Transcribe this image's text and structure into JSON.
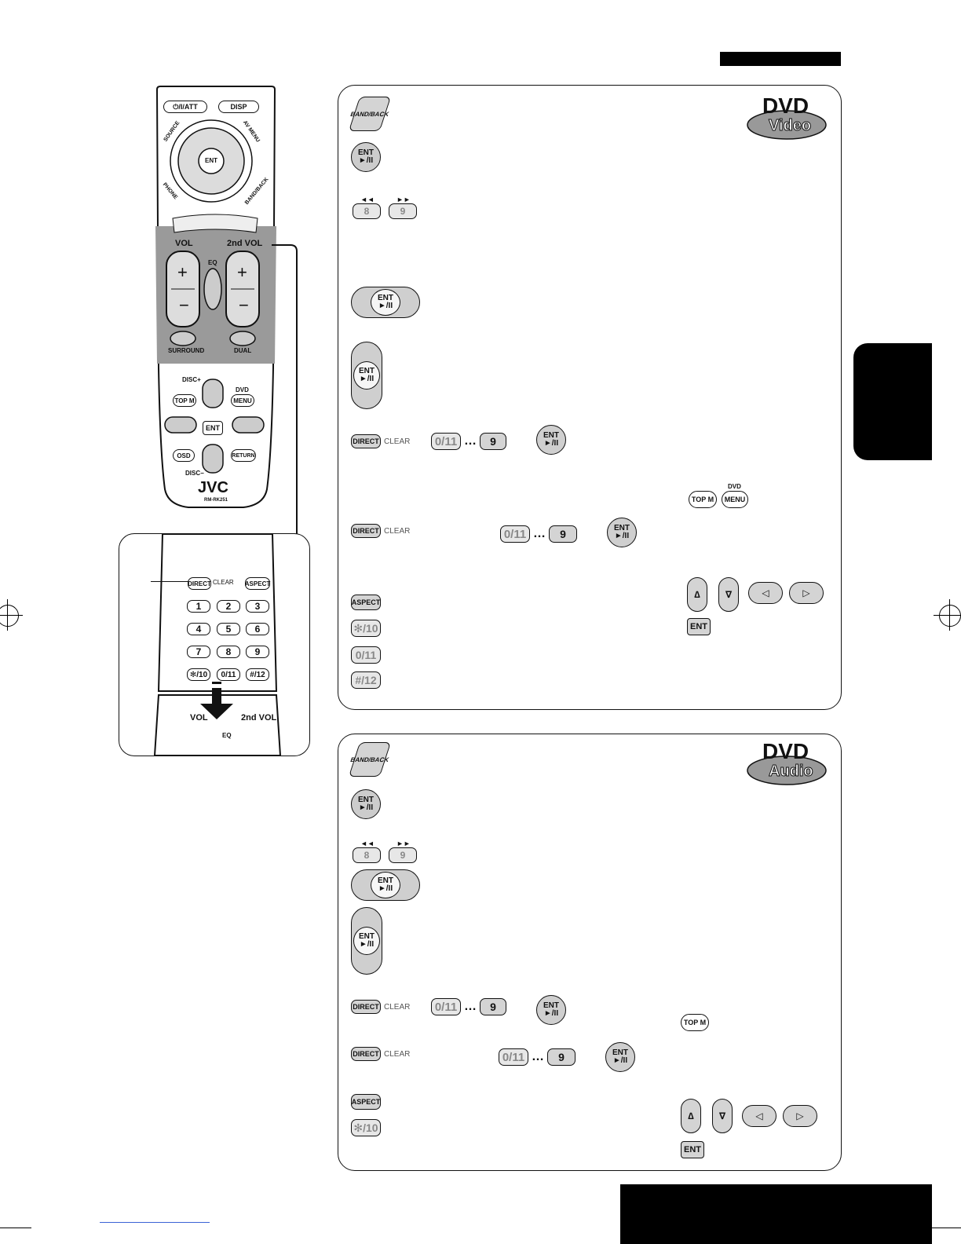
{
  "labels": {
    "onoff": "⏻/I/ATT",
    "disp": "DISP",
    "source": "SOURCE",
    "avmenu": "AV MENU",
    "phone": "PHONE",
    "bandback": "BAND/BACK",
    "ent": "ENT",
    "play_pause": "►/II",
    "vol": "VOL",
    "vol2": "2nd VOL",
    "eq": "EQ",
    "surround": "SURROUND",
    "dual": "DUAL",
    "disc_plus": "DISC+",
    "disc_minus": "DISC−",
    "dvd": "DVD",
    "topm": "TOP M",
    "menu": "MENU",
    "osd": "OSD",
    "return": "RETURN",
    "brand": "JVC",
    "model": "RM-RK251",
    "direct": "DIRECT",
    "clear": "CLEAR",
    "aspect": "ASPECT",
    "k1": "1",
    "k2": "2",
    "k3": "3",
    "k4": "4",
    "k5": "5",
    "k6": "6",
    "k7": "7",
    "k8": "8",
    "k9": "9",
    "k10": "✻/10",
    "k11": "0/11",
    "k12": "#/12",
    "ellipsis": "…",
    "rew": "◄◄",
    "ff": "►►",
    "up": "∆",
    "down": "∇",
    "left": "◁",
    "right": "▷",
    "dvd_logo": "DVD",
    "video_logo": "Video",
    "audio_logo": "Audio"
  },
  "colors": {
    "accent_gray": "#bdbdbd",
    "key_gray": "#d4d4d4"
  }
}
